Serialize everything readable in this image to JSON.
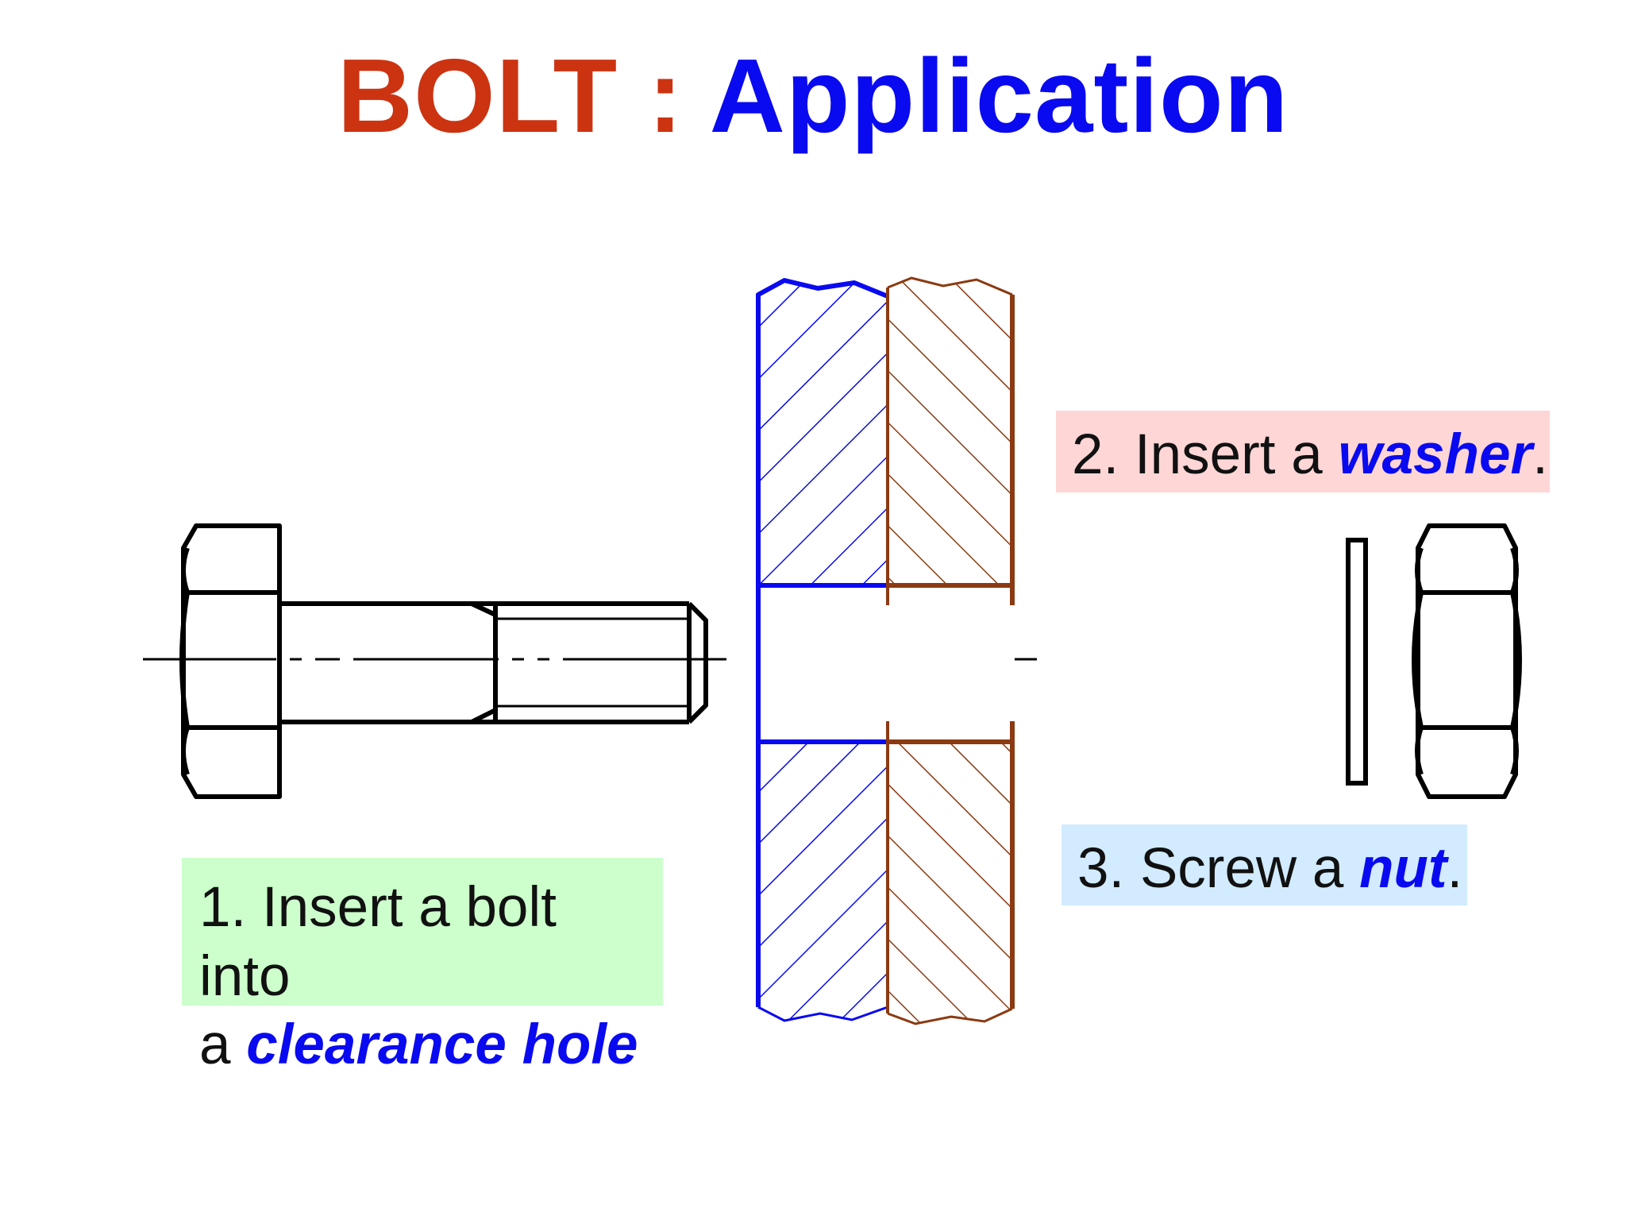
{
  "title": {
    "part1": "BOLT :",
    "part2": "Application"
  },
  "steps": [
    {
      "prefix": "1. Insert a bolt into",
      "prefix2": "a ",
      "highlight": "clearance hole",
      "suffix": ""
    },
    {
      "prefix": "2. Insert a ",
      "highlight": "washer",
      "suffix": "."
    },
    {
      "prefix": "3. Screw a ",
      "highlight": "nut",
      "suffix": "."
    }
  ],
  "colors": {
    "title_bolt": "#cc3311",
    "title_application": "#0a0af0",
    "highlight": "#0a0af0",
    "plate_left": "#0a0af0",
    "plate_right": "#8b3a12",
    "step1_bg": "#ccffcc",
    "step2_bg": "#ffd6d6",
    "step3_bg": "#d2ebff"
  },
  "components": [
    "hex-bolt",
    "clamped-plate-left",
    "clamped-plate-right",
    "washer",
    "hex-nut"
  ]
}
